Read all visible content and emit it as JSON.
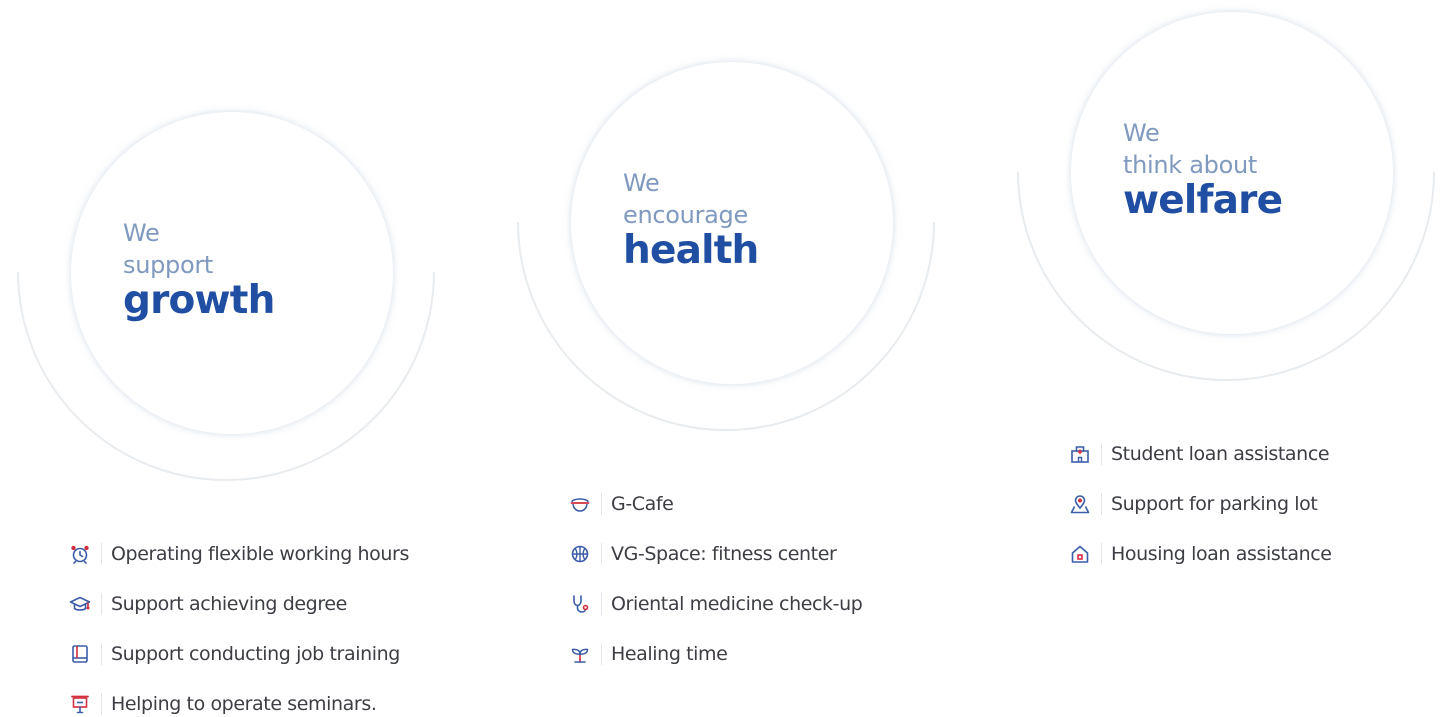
{
  "pillars": [
    {
      "id": "growth",
      "line1": "We",
      "line2": "support",
      "emphasis": "growth",
      "benefits": [
        {
          "label": "Operating flexible working hours",
          "icon": "alarm-clock-icon"
        },
        {
          "label": "Support achieving degree",
          "icon": "graduation-cap-icon"
        },
        {
          "label": "Support conducting job training",
          "icon": "book-icon"
        },
        {
          "label": "Helping to operate seminars.",
          "icon": "presentation-board-icon"
        }
      ]
    },
    {
      "id": "health",
      "line1": "We",
      "line2": "encourage",
      "emphasis": "health",
      "benefits": [
        {
          "label": "G-Cafe",
          "icon": "cafe-bowl-icon"
        },
        {
          "label": "VG-Space: fitness center",
          "icon": "basketball-icon"
        },
        {
          "label": "Oriental medicine check-up",
          "icon": "stethoscope-icon"
        },
        {
          "label": "Healing time",
          "icon": "sprout-icon"
        }
      ]
    },
    {
      "id": "welfare",
      "line1": "We",
      "line2": "think about",
      "emphasis": "welfare",
      "benefits": [
        {
          "label": "Student loan assistance",
          "icon": "school-building-icon"
        },
        {
          "label": "Support for parking lot",
          "icon": "location-pin-icon"
        },
        {
          "label": "Housing loan assistance",
          "icon": "house-icon"
        }
      ]
    }
  ],
  "colors": {
    "primary": "#1f4ea3",
    "light_heading": "#8099bf",
    "text": "#3c3e44",
    "icon_blue": "#3a5da8",
    "icon_red": "#d2303f",
    "arc": "#e8ecef"
  }
}
